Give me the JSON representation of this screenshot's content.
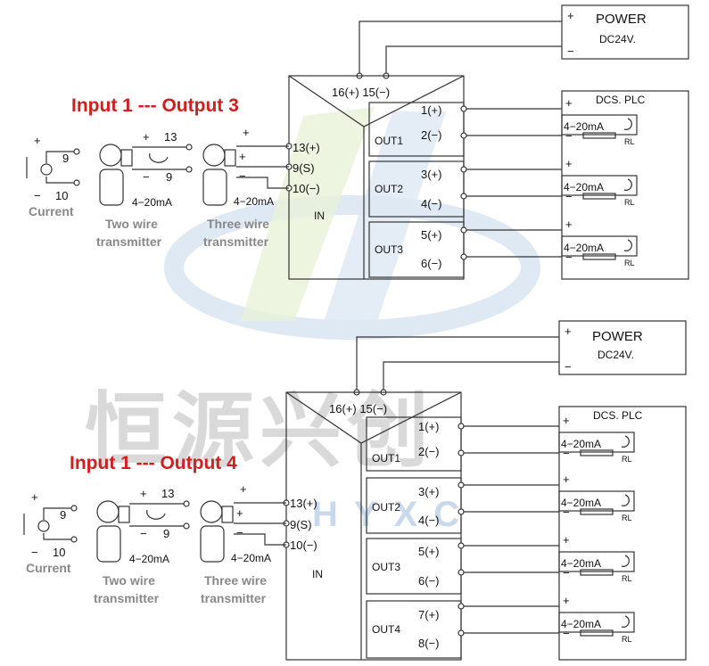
{
  "watermark": {
    "chinese": "恒源兴创",
    "latin": "HYXC"
  },
  "sections": [
    {
      "title": "Input 1 --- Output 3",
      "power": {
        "title": "POWER",
        "voltage": "DC24V.",
        "plus": "+",
        "minus": "−"
      },
      "power_terminals": "16(+) 15(−)",
      "input_terminals": [
        "13(+)",
        "9(S)",
        "10(−)"
      ],
      "in_label": "IN",
      "dcs_label": "DCS. PLC",
      "outputs": [
        {
          "name": "OUT1",
          "pos": "1(+)",
          "neg": "2(−)",
          "signal": "4−20mA",
          "load": "RL"
        },
        {
          "name": "OUT2",
          "pos": "3(+)",
          "neg": "4(−)",
          "signal": "4−20mA",
          "load": "RL"
        },
        {
          "name": "OUT3",
          "pos": "5(+)",
          "neg": "6(−)",
          "signal": "4−20mA",
          "load": "RL"
        }
      ],
      "current_source": {
        "plus": "+",
        "minus": "−",
        "t_top": "9",
        "t_bottom": "10",
        "label": "Current"
      },
      "two_wire": {
        "plus": "+",
        "minus": "−",
        "t_top": "13",
        "t_bottom": "9",
        "signal": "4−20mA",
        "label1": "Two wire",
        "label2": "transmitter"
      },
      "three_wire": {
        "plus": "+",
        "mid": "+",
        "minus": "−",
        "signal": "4−20mA",
        "label1": "Three wire",
        "label2": "transmitter"
      }
    },
    {
      "title": "Input 1 --- Output 4",
      "power": {
        "title": "POWER",
        "voltage": "DC24V.",
        "plus": "+",
        "minus": "−"
      },
      "power_terminals": "16(+) 15(−)",
      "input_terminals": [
        "13(+)",
        "9(S)",
        "10(−)"
      ],
      "in_label": "IN",
      "dcs_label": "DCS. PLC",
      "outputs": [
        {
          "name": "OUT1",
          "pos": "1(+)",
          "neg": "2(−)",
          "signal": "4−20mA",
          "load": "RL"
        },
        {
          "name": "OUT2",
          "pos": "3(+)",
          "neg": "4(−)",
          "signal": "4−20mA",
          "load": "RL"
        },
        {
          "name": "OUT3",
          "pos": "5(+)",
          "neg": "6(−)",
          "signal": "4−20mA",
          "load": "RL"
        },
        {
          "name": "OUT4",
          "pos": "7(+)",
          "neg": "8(−)",
          "signal": "4−20mA",
          "load": "RL"
        }
      ],
      "current_source": {
        "plus": "+",
        "minus": "−",
        "t_top": "9",
        "t_bottom": "10",
        "label": "Current"
      },
      "two_wire": {
        "plus": "+",
        "minus": "−",
        "t_top": "13",
        "t_bottom": "9",
        "signal": "4−20mA",
        "label1": "Two wire",
        "label2": "transmitter"
      },
      "three_wire": {
        "plus": "+",
        "mid": "+",
        "minus": "−",
        "signal": "4−20mA",
        "label1": "Three wire",
        "label2": "transmitter"
      }
    }
  ]
}
